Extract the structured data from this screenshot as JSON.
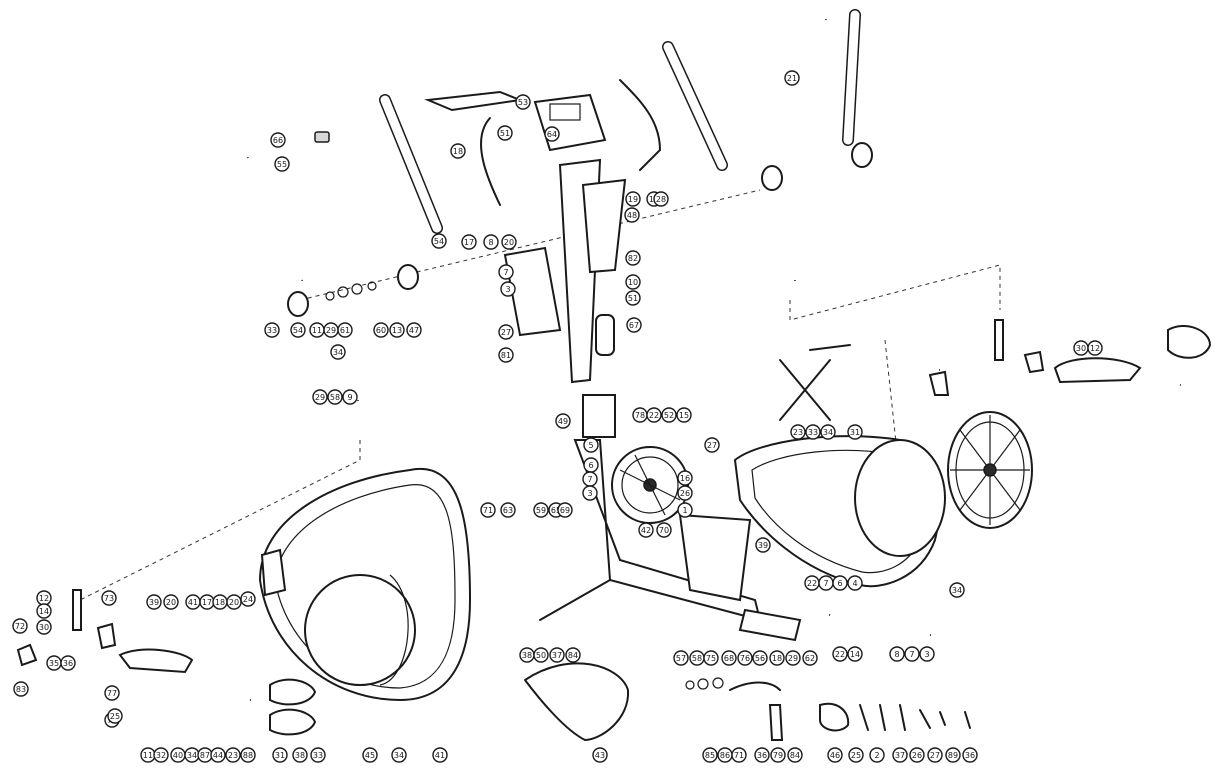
{
  "diagram": {
    "callouts": [
      {
        "id": "c-up-1",
        "label": "66"
      },
      {
        "id": "c-up-2",
        "label": "55"
      },
      {
        "id": "c-up-3",
        "label": "64"
      },
      {
        "id": "c-up-4",
        "label": "53"
      },
      {
        "id": "c-up-5",
        "label": "51"
      },
      {
        "id": "c-up-6",
        "label": "18"
      },
      {
        "id": "c-up-7",
        "label": "54"
      },
      {
        "id": "c-up-8",
        "label": "17"
      },
      {
        "id": "c-up-9",
        "label": "8"
      },
      {
        "id": "c-up-10",
        "label": "20"
      },
      {
        "id": "c-up-11",
        "label": "19"
      },
      {
        "id": "c-up-12",
        "label": "10"
      },
      {
        "id": "c-up-13",
        "label": "28"
      },
      {
        "id": "c-up-14",
        "label": "21"
      },
      {
        "id": "c-up-15",
        "label": "48"
      },
      {
        "id": "c-up-16",
        "label": "33"
      },
      {
        "id": "c-up-17",
        "label": "54"
      },
      {
        "id": "c-up-18",
        "label": "11"
      },
      {
        "id": "c-up-19",
        "label": "29"
      },
      {
        "id": "c-up-20",
        "label": "61"
      },
      {
        "id": "c-up-21",
        "label": "60"
      },
      {
        "id": "c-up-22",
        "label": "13"
      },
      {
        "id": "c-up-23",
        "label": "47"
      },
      {
        "id": "c-up-24",
        "label": "34"
      },
      {
        "id": "c-up-25",
        "label": "29"
      },
      {
        "id": "c-up-26",
        "label": "58"
      },
      {
        "id": "c-up-27",
        "label": "9"
      },
      {
        "id": "c-up-28",
        "label": "7"
      },
      {
        "id": "c-up-29",
        "label": "3"
      },
      {
        "id": "c-up-30",
        "label": "27"
      },
      {
        "id": "c-up-31",
        "label": "81"
      },
      {
        "id": "c-up-32",
        "label": "82"
      },
      {
        "id": "c-up-33",
        "label": "10"
      },
      {
        "id": "c-up-34",
        "label": "51"
      },
      {
        "id": "c-up-35",
        "label": "67"
      },
      {
        "id": "c-up-36",
        "label": "30"
      },
      {
        "id": "c-up-37",
        "label": "12"
      },
      {
        "id": "c-up-38",
        "label": "23"
      },
      {
        "id": "c-up-39",
        "label": "33"
      },
      {
        "id": "c-up-40",
        "label": "34"
      },
      {
        "id": "c-up-41",
        "label": "31"
      },
      {
        "id": "c-mid-1",
        "label": "49"
      },
      {
        "id": "c-mid-2",
        "label": "5"
      },
      {
        "id": "c-mid-3",
        "label": "6"
      },
      {
        "id": "c-mid-4",
        "label": "7"
      },
      {
        "id": "c-mid-5",
        "label": "3"
      },
      {
        "id": "c-mid-6",
        "label": "78"
      },
      {
        "id": "c-mid-7",
        "label": "22"
      },
      {
        "id": "c-mid-8",
        "label": "52"
      },
      {
        "id": "c-mid-9",
        "label": "15"
      },
      {
        "id": "c-mid-10",
        "label": "27"
      },
      {
        "id": "c-mid-11",
        "label": "16"
      },
      {
        "id": "c-mid-12",
        "label": "26"
      },
      {
        "id": "c-mid-13",
        "label": "1"
      },
      {
        "id": "c-mid-14",
        "label": "42"
      },
      {
        "id": "c-mid-15",
        "label": "70"
      },
      {
        "id": "c-mid-16",
        "label": "71"
      },
      {
        "id": "c-mid-17",
        "label": "63"
      },
      {
        "id": "c-mid-18",
        "label": "59"
      },
      {
        "id": "c-mid-19",
        "label": "65"
      },
      {
        "id": "c-mid-20",
        "label": "69"
      },
      {
        "id": "c-mid-21",
        "label": "38"
      },
      {
        "id": "c-mid-22",
        "label": "50"
      },
      {
        "id": "c-mid-23",
        "label": "37"
      },
      {
        "id": "c-mid-24",
        "label": "84"
      },
      {
        "id": "c-r-1",
        "label": "22"
      },
      {
        "id": "c-r-2",
        "label": "7"
      },
      {
        "id": "c-r-3",
        "label": "6"
      },
      {
        "id": "c-r-4",
        "label": "4"
      },
      {
        "id": "c-r-5",
        "label": "22"
      },
      {
        "id": "c-r-6",
        "label": "14"
      },
      {
        "id": "c-r-7",
        "label": "8"
      },
      {
        "id": "c-r-8",
        "label": "7"
      },
      {
        "id": "c-r-9",
        "label": "3"
      },
      {
        "id": "c-r-10",
        "label": "39"
      },
      {
        "id": "c-r-11",
        "label": "34"
      },
      {
        "id": "c-l-1",
        "label": "12"
      },
      {
        "id": "c-l-2",
        "label": "14"
      },
      {
        "id": "c-l-3",
        "label": "30"
      },
      {
        "id": "c-l-4",
        "label": "73"
      },
      {
        "id": "c-l-5",
        "label": "72"
      },
      {
        "id": "c-l-6",
        "label": "83"
      },
      {
        "id": "c-l-7",
        "label": "35"
      },
      {
        "id": "c-l-8",
        "label": "36"
      },
      {
        "id": "c-l-9",
        "label": "77"
      },
      {
        "id": "c-l-10",
        "label": "74"
      },
      {
        "id": "c-l-11",
        "label": "24"
      },
      {
        "id": "c-l-12",
        "label": "39"
      },
      {
        "id": "c-l-13",
        "label": "20"
      },
      {
        "id": "c-l-14",
        "label": "41"
      },
      {
        "id": "c-l-15",
        "label": "17"
      },
      {
        "id": "c-l-16",
        "label": "18"
      },
      {
        "id": "c-l-17",
        "label": "20"
      },
      {
        "id": "c-l-18",
        "label": "25"
      },
      {
        "id": "c-b-1",
        "label": "11"
      },
      {
        "id": "c-b-2",
        "label": "32"
      },
      {
        "id": "c-b-3",
        "label": "40"
      },
      {
        "id": "c-b-4",
        "label": "34"
      },
      {
        "id": "c-b-5",
        "label": "87"
      },
      {
        "id": "c-b-6",
        "label": "44"
      },
      {
        "id": "c-b-7",
        "label": "23"
      },
      {
        "id": "c-b-8",
        "label": "88"
      },
      {
        "id": "c-b-9",
        "label": "31"
      },
      {
        "id": "c-b-10",
        "label": "38"
      },
      {
        "id": "c-b-11",
        "label": "33"
      },
      {
        "id": "c-b-12",
        "label": "45"
      },
      {
        "id": "c-b-13",
        "label": "34"
      },
      {
        "id": "c-b-14",
        "label": "41"
      },
      {
        "id": "c-b-15",
        "label": "43"
      },
      {
        "id": "c-b-16",
        "label": "57"
      },
      {
        "id": "c-b-17",
        "label": "58"
      },
      {
        "id": "c-b-18",
        "label": "75"
      },
      {
        "id": "c-b-19",
        "label": "68"
      },
      {
        "id": "c-b-20",
        "label": "76"
      },
      {
        "id": "c-b-21",
        "label": "56"
      },
      {
        "id": "c-b-22",
        "label": "18"
      },
      {
        "id": "c-b-23",
        "label": "29"
      },
      {
        "id": "c-b-24",
        "label": "62"
      },
      {
        "id": "c-b-25",
        "label": "85"
      },
      {
        "id": "c-b-26",
        "label": "86"
      },
      {
        "id": "c-b-27",
        "label": "71"
      },
      {
        "id": "c-b-28",
        "label": "36"
      },
      {
        "id": "c-b-29",
        "label": "79"
      },
      {
        "id": "c-b-30",
        "label": "84"
      },
      {
        "id": "c-b-31",
        "label": "46"
      },
      {
        "id": "c-b-32",
        "label": "25"
      },
      {
        "id": "c-b-33",
        "label": "2"
      },
      {
        "id": "c-b-34",
        "label": "37"
      },
      {
        "id": "c-b-35",
        "label": "26"
      },
      {
        "id": "c-b-36",
        "label": "27"
      },
      {
        "id": "c-b-37",
        "label": "89"
      },
      {
        "id": "c-b-38",
        "label": "36"
      }
    ]
  }
}
